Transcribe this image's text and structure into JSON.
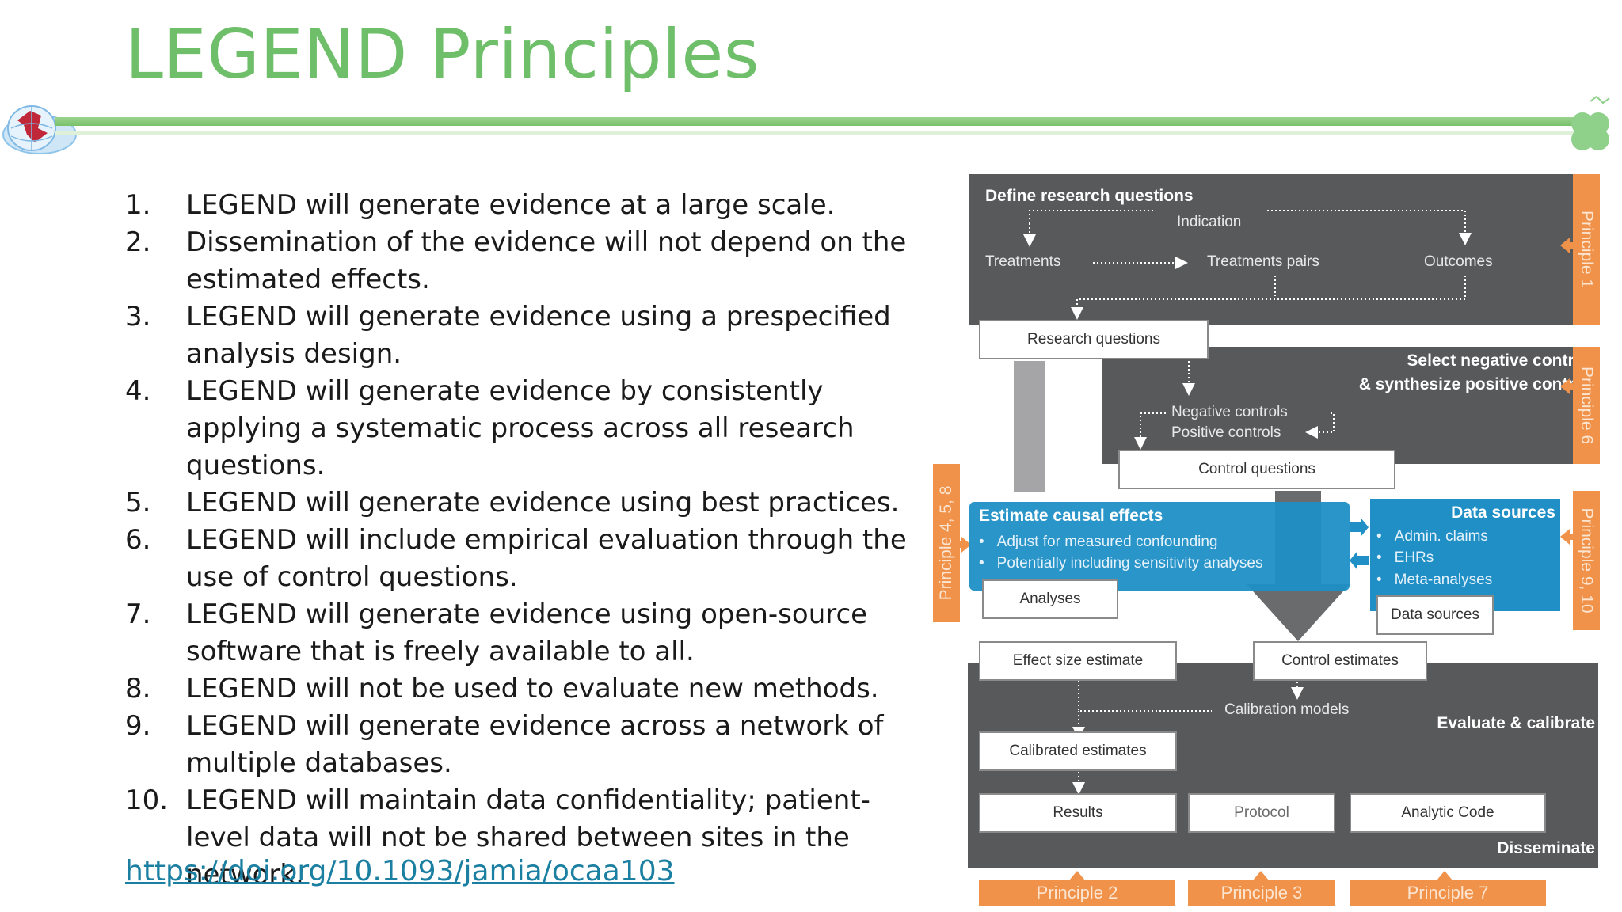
{
  "slide": {
    "title": "LEGEND Principles",
    "doi_link": "https://doi.org/10.1093/jamia/ocaa103"
  },
  "principles": [
    {
      "num": "1.",
      "text": "LEGEND will generate evidence at a large scale."
    },
    {
      "num": "2.",
      "text": "Dissemination of the evidence will not depend on the estimated effects."
    },
    {
      "num": "3.",
      "text": "LEGEND will generate evidence using a prespecified analysis design."
    },
    {
      "num": "4.",
      "text": "LEGEND will generate evidence by consistently applying a systematic process across all research questions."
    },
    {
      "num": "5.",
      "text": "LEGEND will generate evidence using best practices."
    },
    {
      "num": "6.",
      "text": "LEGEND will include empirical evaluation through the use of control questions."
    },
    {
      "num": "7.",
      "text": "LEGEND will generate evidence using open-source software that is freely available to all."
    },
    {
      "num": "8.",
      "text": "LEGEND will not be used to evaluate new methods."
    },
    {
      "num": "9.",
      "text": "LEGEND will generate evidence across a network of multiple databases."
    },
    {
      "num": "10.",
      "text": "LEGEND will maintain data confidentiality; patient-level data will not be shared between sites in the network."
    }
  ],
  "diagram": {
    "define": {
      "header": "Define research questions",
      "indication": "Indication",
      "treatments": "Treatments",
      "treatment_pairs": "Treatments pairs",
      "outcomes": "Outcomes"
    },
    "research_questions": "Research questions",
    "controls": {
      "header_line1": "Select negative controls",
      "header_line2": "& synthesize positive controls",
      "negative": "Negative controls",
      "positive": "Positive controls",
      "control_questions": "Control questions"
    },
    "estimate": {
      "header": "Estimate causal effects",
      "bullets": [
        "Adjust for measured confounding",
        "Potentially including sensitivity analyses"
      ],
      "analyses": "Analyses"
    },
    "data_sources": {
      "header": "Data sources",
      "bullets": [
        "Admin. claims",
        "EHRs",
        "Meta-analyses"
      ],
      "box": "Data sources"
    },
    "evaluate": {
      "effect_size": "Effect size estimate",
      "control_estimates": "Control estimates",
      "calibration_models": "Calibration models",
      "label": "Evaluate & calibrate",
      "calibrated": "Calibrated estimates"
    },
    "disseminate": {
      "results": "Results",
      "protocol": "Protocol",
      "analytic_code": "Analytic Code",
      "label": "Disseminate"
    },
    "principle_tabs": {
      "p1": "Principle 1",
      "p6": "Principle 6",
      "p9_10": "Principle 9, 10",
      "p4_5_8": "Principle 4, 5, 8",
      "p2": "Principle 2",
      "p3": "Principle 3",
      "p7": "Principle 7"
    },
    "colors": {
      "dark": "#58595b",
      "blue": "#1f8fc6",
      "orange": "#f0924a"
    }
  }
}
